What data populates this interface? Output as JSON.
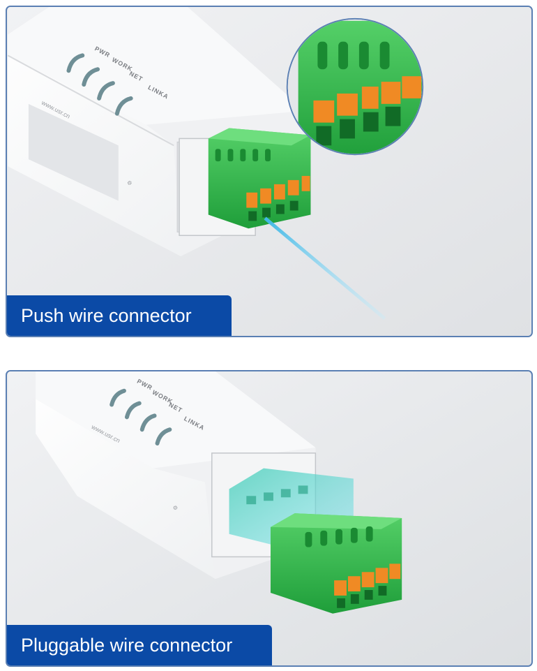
{
  "panels": [
    {
      "caption": "Push wire connector",
      "led_labels": [
        "PWR",
        "WORK",
        "NET",
        "LINKA"
      ],
      "url_text": "www.usr.cn"
    },
    {
      "caption": "Pluggable wire connector",
      "led_labels": [
        "PWR",
        "WORK",
        "NET",
        "LINKA"
      ],
      "url_text": "www.usr.cn"
    }
  ],
  "colors": {
    "frame_border": "#5a7fb3",
    "caption_background": "#0b4aa6",
    "connector_green": "#2fb84a",
    "lever_orange": "#f08a24",
    "wire_blue": "#6fd0f0"
  }
}
